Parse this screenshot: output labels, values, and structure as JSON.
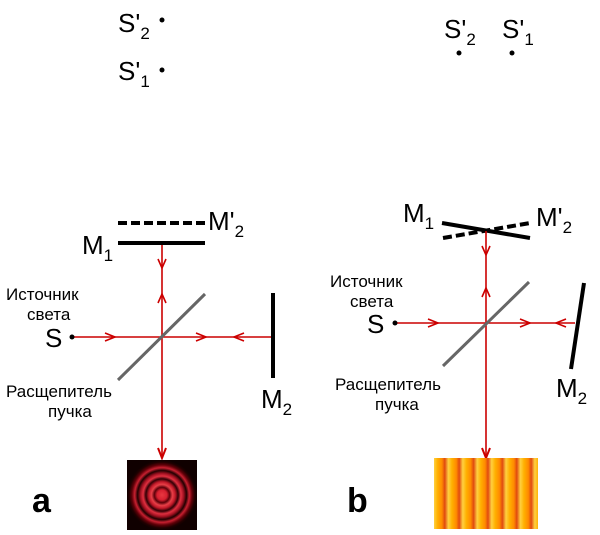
{
  "colors": {
    "beam": "#cc0000",
    "mirror": "#000000",
    "splitter": "#666666",
    "rings_dark": "#1a0000",
    "rings_bright": "#e8303c",
    "fringe_bright": "#ffb400",
    "fringe_dark": "#e04a10"
  },
  "panel_a": {
    "label": "a",
    "virtual_sources": [
      {
        "name": "S'",
        "sub": "2"
      },
      {
        "name": "S'",
        "sub": "1"
      }
    ],
    "mirror_m1": {
      "name": "M",
      "sub": "1"
    },
    "mirror_m2_image": {
      "name": "M'",
      "sub": "2"
    },
    "mirror_m2": {
      "name": "M",
      "sub": "2"
    },
    "source": {
      "name": "S",
      "caption_line1": "Источник",
      "caption_line2": "света"
    },
    "splitter": {
      "caption_line1": "Расщепитель",
      "caption_line2": "пучка"
    },
    "pattern": "concentric-rings"
  },
  "panel_b": {
    "label": "b",
    "virtual_sources": [
      {
        "name": "S'",
        "sub": "2"
      },
      {
        "name": "S'",
        "sub": "1"
      }
    ],
    "mirror_m1": {
      "name": "M",
      "sub": "1"
    },
    "mirror_m2_image": {
      "name": "M'",
      "sub": "2"
    },
    "mirror_m2": {
      "name": "M",
      "sub": "2"
    },
    "source": {
      "name": "S",
      "caption_line1": "Источник",
      "caption_line2": "света"
    },
    "splitter": {
      "caption_line1": "Расщепитель",
      "caption_line2": "пучка"
    },
    "pattern": "straight-fringes"
  }
}
